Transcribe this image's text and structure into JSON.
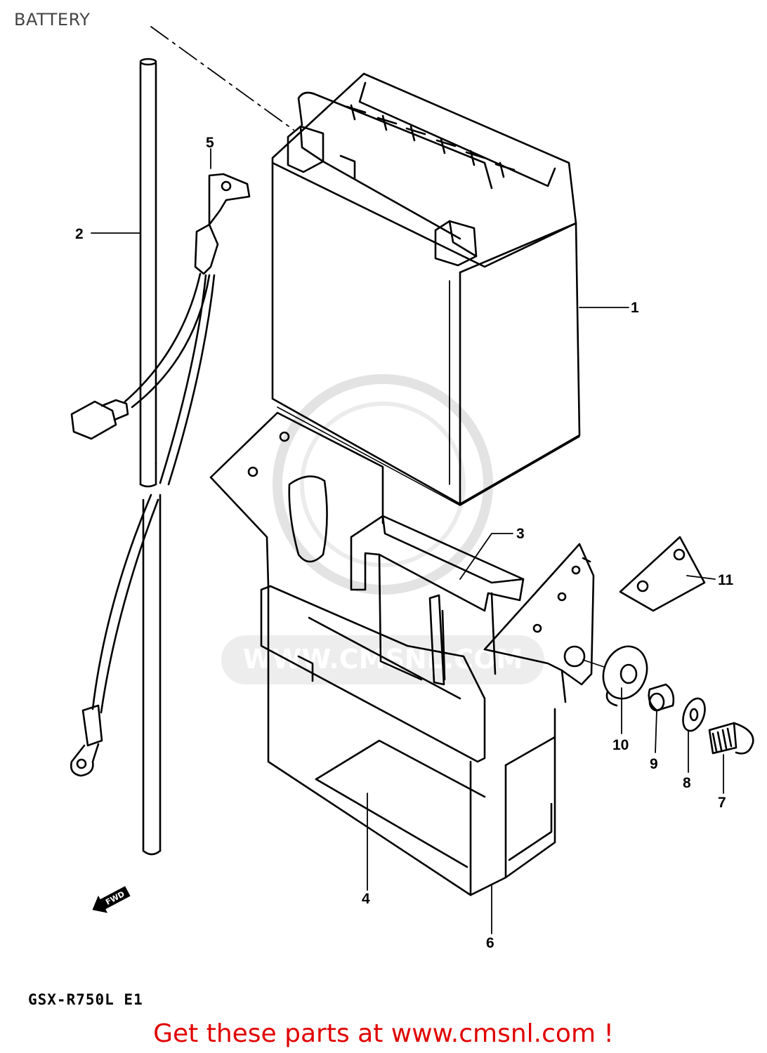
{
  "page": {
    "title": "BATTERY",
    "model_code": "GSX-R750L  E1",
    "promo_text": "Get these parts at www.cmsnl.com !",
    "watermark": "WWW.CMSNL.COM"
  },
  "diagram": {
    "direction_marker": "FWD",
    "callouts": [
      "1",
      "2",
      "3",
      "4",
      "5",
      "6",
      "7",
      "8",
      "9",
      "10",
      "11"
    ]
  },
  "colors": {
    "line": "#000000",
    "promo": "#e00000",
    "watermark": "#d0d0d0"
  }
}
